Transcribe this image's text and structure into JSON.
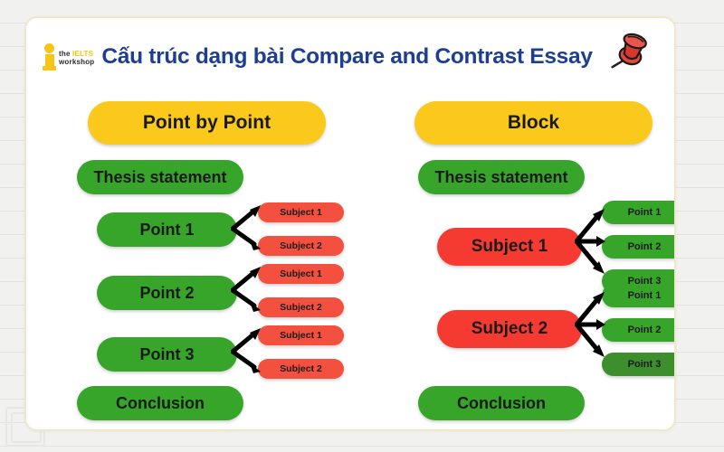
{
  "background": {
    "style": "ruled-paper",
    "color": "#f1f1ef",
    "rule_color": "#e2e3e1"
  },
  "card": {
    "background": "#ffffff",
    "border_color": "#f2e6c9"
  },
  "header": {
    "logo": {
      "icon": "lowercase-i-mark",
      "line1_the": "the ",
      "line1_ielts": "IELTS",
      "line2": "workshop",
      "color": "#f5c518"
    },
    "title": "Cấu trúc dạng bài Compare and Contrast Essay",
    "title_color": "#1e3f91",
    "pushpin_icon": "pushpin-icon",
    "pushpin_color": "#d8372f"
  },
  "colors": {
    "yellow": "#fbc91b",
    "green": "#36a52a",
    "green_dark": "#3d8f2d",
    "red": "#f53a32",
    "red_soft": "#f4503f",
    "arrow": "#000000"
  },
  "columns": [
    {
      "id": "point-by-point",
      "heading": "Point by Point",
      "thesis": "Thesis statement",
      "conclusion": "Conclusion",
      "groups": [
        {
          "main": "Point 1",
          "children": [
            "Subject 1",
            "Subject 2"
          ]
        },
        {
          "main": "Point 2",
          "children": [
            "Subject 1",
            "Subject 2"
          ]
        },
        {
          "main": "Point 3",
          "children": [
            "Subject 1",
            "Subject 2"
          ]
        }
      ]
    },
    {
      "id": "block",
      "heading": "Block",
      "thesis": "Thesis statement",
      "conclusion": "Conclusion",
      "groups": [
        {
          "main": "Subject 1",
          "children": [
            "Point 1",
            "Point 2",
            "Point 3"
          ]
        },
        {
          "main": "Subject 2",
          "children": [
            "Point 1",
            "Point 2",
            "Point 3"
          ]
        }
      ]
    }
  ]
}
